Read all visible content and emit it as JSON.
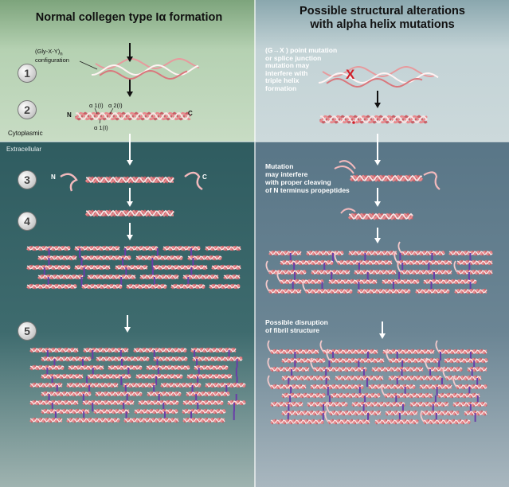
{
  "left_title": "Normal collegen type Iα formation",
  "right_title_line1": "Possible structural alterations",
  "right_title_line2": "with alpha helix mutations",
  "gly_label": "(Gly-X-Y)",
  "gly_sub": "n",
  "gly_label2": "configuration",
  "alpha1_top": "α 1(I)",
  "alpha2": "α 2(I)",
  "alpha1_bottom": "α 1(I)",
  "n_label": "N",
  "c_label": "C",
  "cytoplasmic": "Cytoplasmic",
  "extracellular": "Extracellular",
  "steps": [
    "1",
    "2",
    "3",
    "4",
    "5"
  ],
  "mutation_text": [
    "(G→X ) point mutation",
    "or splice junction",
    "mutation may",
    "interfere with",
    "triple helix",
    "formation"
  ],
  "cleaving_text": [
    "Mutation",
    "may interfere",
    "with proper cleaving",
    "of N terminus propeptides"
  ],
  "disruption_text": [
    "Possible disruption",
    "of fibril structure"
  ],
  "mutation_mark": "X",
  "colors": {
    "left_top_bg": "#a9c8a6",
    "right_top_bg": "#b9cbcf",
    "left_bottom_bg": "#355f63",
    "right_bottom_bg": "#5e7a88",
    "helix": "#e8898d",
    "crosslink": "#6a3ea8"
  }
}
